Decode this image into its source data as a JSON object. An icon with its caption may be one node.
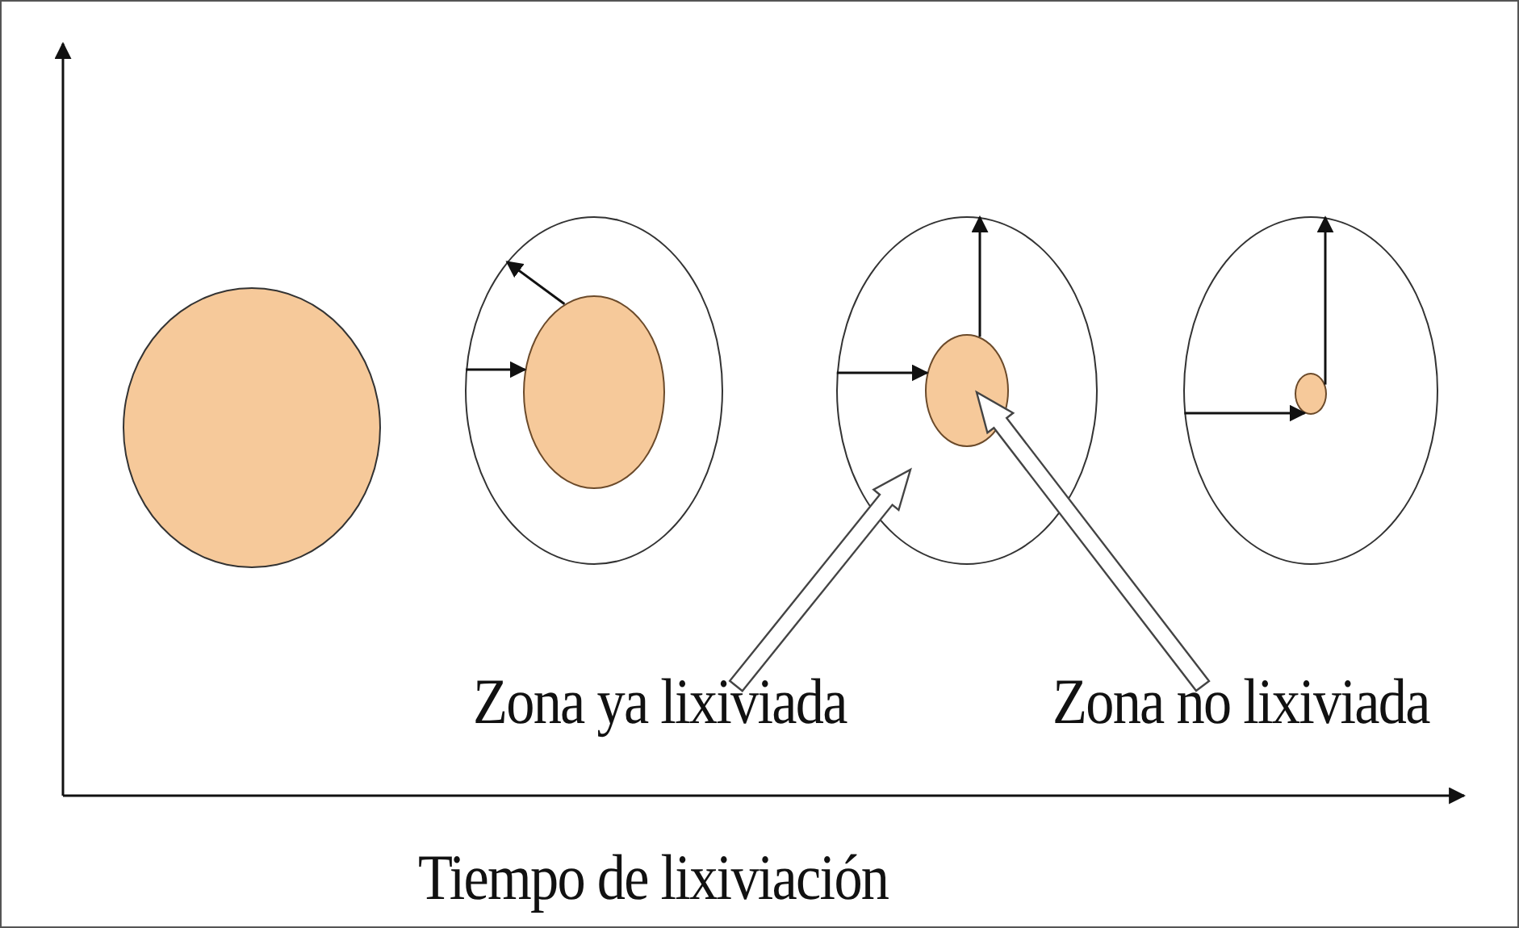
{
  "diagram": {
    "nodes": [
      {
        "text": [],
        "shape": "circle"
      },
      {
        "text": [],
        "shape": "circle"
      },
      {
        "text": [],
        "shape": "circle",
        "in": 1
      },
      {
        "text": [],
        "shape": "circle"
      },
      {
        "text": [],
        "shape": "circle",
        "in": 3
      },
      {
        "text": [],
        "shape": "circle"
      },
      {
        "text": [],
        "shape": "circle",
        "in": 5
      },
      {
        "text": [
          "Zona ya lixiviada"
        ]
      },
      {
        "text": [
          "Zona no lixiviada"
        ]
      }
    ],
    "edges": [
      {
        "from": 2,
        "to": 1,
        "arrow": "to"
      },
      {
        "from": 1,
        "to": 2,
        "arrow": "to"
      },
      {
        "from": 4,
        "to": 3,
        "arrow": "to"
      },
      {
        "from": 3,
        "to": 4,
        "arrow": "to"
      },
      {
        "from": 6,
        "to": 5,
        "arrow": "to"
      },
      {
        "from": 5,
        "to": 6,
        "arrow": "to"
      },
      {
        "from": 7,
        "to": 3,
        "arrow": "to",
        "style": "thick"
      },
      {
        "from": 8,
        "to": 4,
        "arrow": "to",
        "style": "thick"
      }
    ],
    "labels": [
      "Tiempo de lixiviación"
    ]
  }
}
